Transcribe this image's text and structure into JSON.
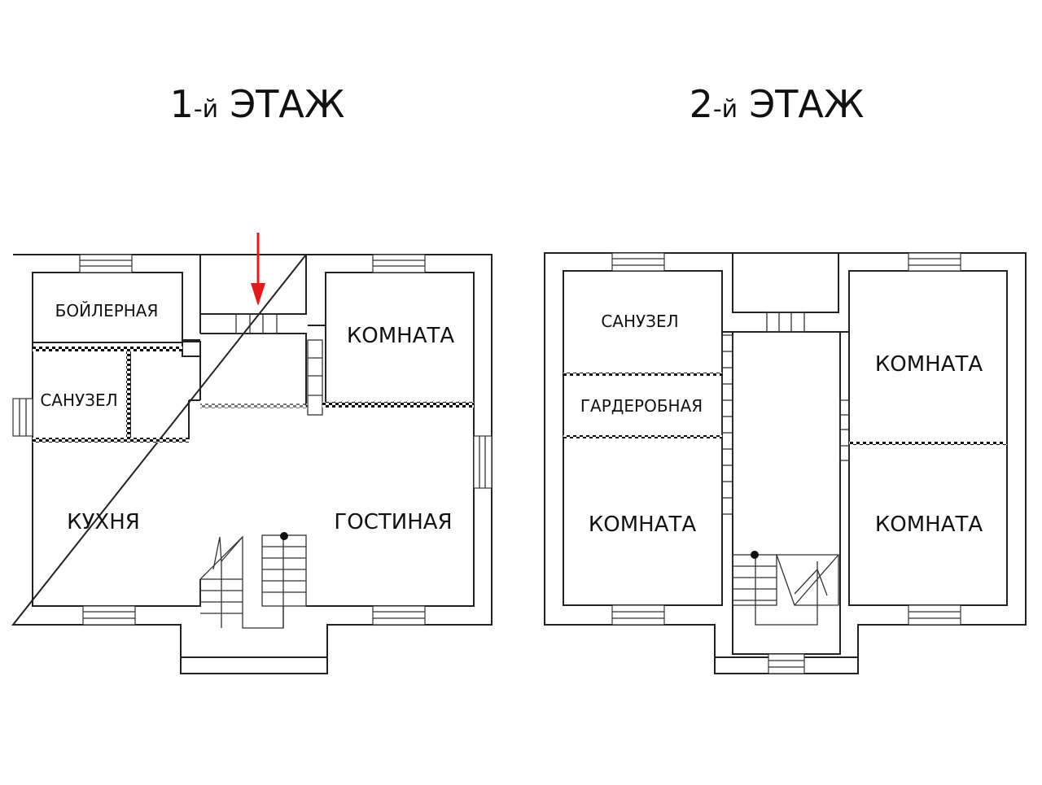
{
  "floors": [
    {
      "title_num": "1",
      "title_suffix": "-й",
      "title_word": "ЭТАЖ",
      "rooms": {
        "boiler": "БОЙЛЕРНАЯ",
        "bath": "САНУЗЕЛ",
        "room": "КОМНАТА",
        "kitchen": "КУХНЯ",
        "living": "ГОСТИНАЯ"
      }
    },
    {
      "title_num": "2",
      "title_suffix": "-й",
      "title_word": "ЭТАЖ",
      "rooms": {
        "bath": "САНУЗЕЛ",
        "wardrobe": "ГАРДЕРОБНАЯ",
        "room_left": "КОМНАТА",
        "room_right_top": "КОМНАТА",
        "room_right_bottom": "КОМНАТА"
      }
    }
  ],
  "colors": {
    "arrow": "#e01b1b",
    "wall": "#222222",
    "background": "#ffffff"
  }
}
